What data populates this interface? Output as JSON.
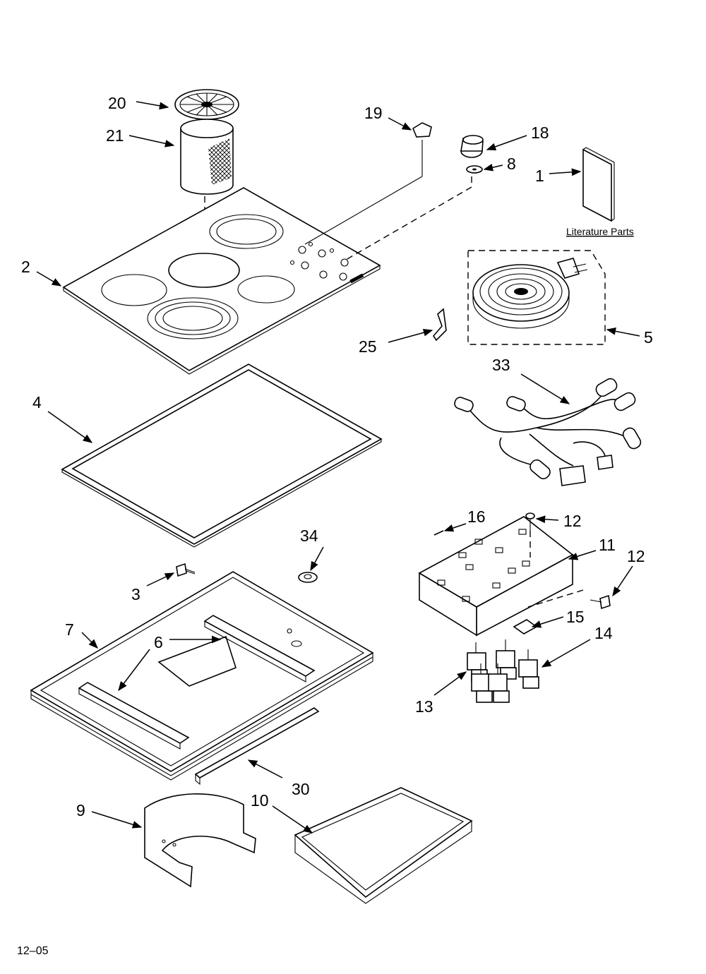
{
  "callouts": {
    "c1": "1",
    "c2": "2",
    "c3": "3",
    "c4": "4",
    "c5": "5",
    "c6": "6",
    "c7": "7",
    "c8": "8",
    "c9": "9",
    "c10": "10",
    "c11": "11",
    "c12a": "12",
    "c12b": "12",
    "c13": "13",
    "c14": "14",
    "c15": "15",
    "c16": "16",
    "c18": "18",
    "c19": "19",
    "c20": "20",
    "c21": "21",
    "c25": "25",
    "c30": "30",
    "c33": "33",
    "c34": "34"
  },
  "literature_caption": "Literature Parts",
  "page_code": "12–05",
  "colors": {
    "line": "#000000",
    "background": "#ffffff"
  }
}
